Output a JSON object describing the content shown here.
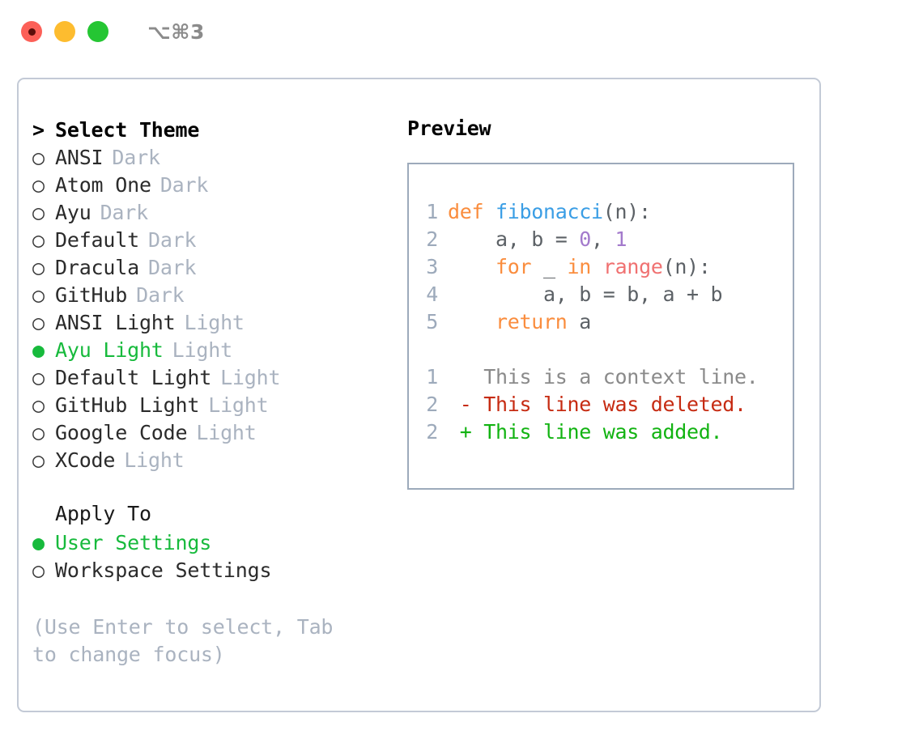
{
  "titlebar": {
    "dots": [
      {
        "name": "close-dot",
        "color": "#fc6058"
      },
      {
        "name": "minimize-dot",
        "color": "#fdbc2f"
      },
      {
        "name": "maximize-dot",
        "color": "#25c633"
      }
    ],
    "shortcut": "⌥⌘3"
  },
  "select_theme": {
    "header_marker": ">",
    "header": "Select Theme",
    "marker_selected": "●",
    "marker_unselected": "○",
    "selected_color": "#17ba3c",
    "items": [
      {
        "label": "ANSI",
        "tag": "Dark",
        "selected": false
      },
      {
        "label": "Atom One",
        "tag": "Dark",
        "selected": false
      },
      {
        "label": "Ayu",
        "tag": "Dark",
        "selected": false
      },
      {
        "label": "Default",
        "tag": "Dark",
        "selected": false
      },
      {
        "label": "Dracula",
        "tag": "Dark",
        "selected": false
      },
      {
        "label": "GitHub",
        "tag": "Dark",
        "selected": false
      },
      {
        "label": "ANSI Light",
        "tag": "Light",
        "selected": false
      },
      {
        "label": "Ayu Light",
        "tag": "Light",
        "selected": true
      },
      {
        "label": "Default Light",
        "tag": "Light",
        "selected": false
      },
      {
        "label": "GitHub Light",
        "tag": "Light",
        "selected": false
      },
      {
        "label": "Google Code",
        "tag": "Light",
        "selected": false
      },
      {
        "label": "XCode",
        "tag": "Light",
        "selected": false
      }
    ]
  },
  "apply_to": {
    "title": "Apply To",
    "items": [
      {
        "label": "User Settings",
        "selected": true
      },
      {
        "label": "Workspace Settings",
        "selected": false
      }
    ]
  },
  "hint": "(Use Enter to select, Tab to change focus)",
  "preview": {
    "title": "Preview",
    "code_lines": [
      {
        "no": "1",
        "tokens": [
          {
            "t": "def ",
            "c": "tok-kw"
          },
          {
            "t": "fibonacci",
            "c": "tok-fn"
          },
          {
            "t": "(n):",
            "c": "tok-plain"
          }
        ]
      },
      {
        "no": "2",
        "tokens": [
          {
            "t": "    a, b = ",
            "c": "tok-plain"
          },
          {
            "t": "0",
            "c": "tok-num"
          },
          {
            "t": ", ",
            "c": "tok-plain"
          },
          {
            "t": "1",
            "c": "tok-num"
          }
        ]
      },
      {
        "no": "3",
        "tokens": [
          {
            "t": "    ",
            "c": "tok-plain"
          },
          {
            "t": "for",
            "c": "tok-kw"
          },
          {
            "t": " _ ",
            "c": "tok-plain"
          },
          {
            "t": "in",
            "c": "tok-kw"
          },
          {
            "t": " ",
            "c": "tok-plain"
          },
          {
            "t": "range",
            "c": "tok-call"
          },
          {
            "t": "(n):",
            "c": "tok-plain"
          }
        ]
      },
      {
        "no": "4",
        "tokens": [
          {
            "t": "        a, b = b, a + b",
            "c": "tok-plain"
          }
        ]
      },
      {
        "no": "5",
        "tokens": [
          {
            "t": "    ",
            "c": "tok-plain"
          },
          {
            "t": "return",
            "c": "tok-kw"
          },
          {
            "t": " a",
            "c": "tok-plain"
          }
        ]
      }
    ],
    "diff_lines": [
      {
        "no": "1",
        "tokens": [
          {
            "t": "   This is a context line.",
            "c": "tok-ctx"
          }
        ]
      },
      {
        "no": "2",
        "tokens": [
          {
            "t": " - This line was deleted.",
            "c": "tok-del"
          }
        ]
      },
      {
        "no": "2",
        "tokens": [
          {
            "t": " + This line was added.",
            "c": "tok-add"
          }
        ]
      }
    ]
  }
}
